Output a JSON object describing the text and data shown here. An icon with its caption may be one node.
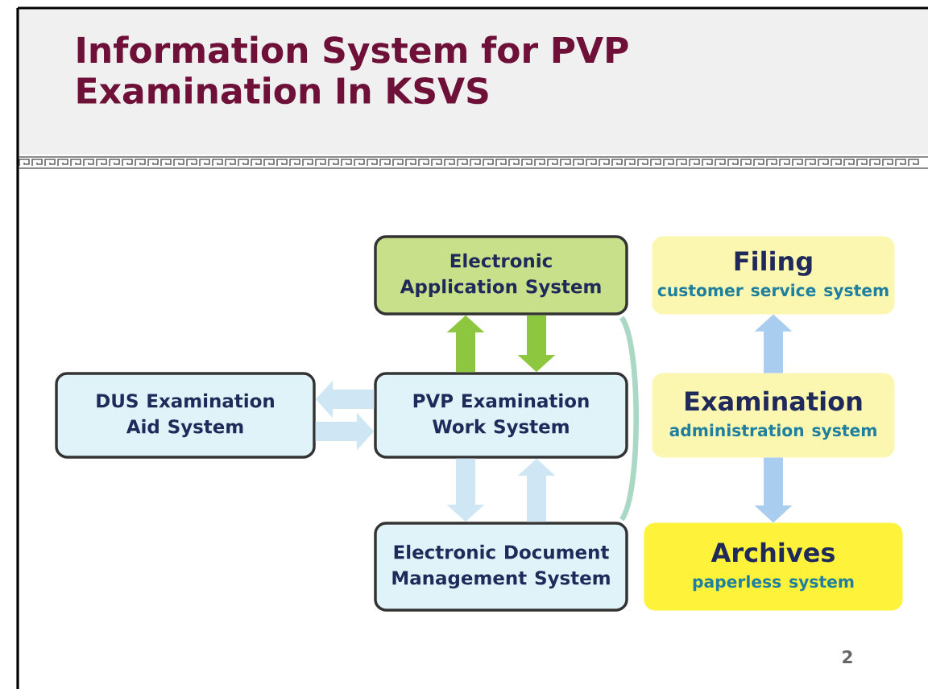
{
  "diagram": {
    "title": "Information System for PVP Examination In KSVS",
    "nodes": [
      {
        "text": [
          "Electronic Application System"
        ]
      },
      {
        "text": [
          "DUS Examination Aid System"
        ]
      },
      {
        "text": [
          "PVP Examination Work System"
        ]
      },
      {
        "text": [
          "Electronic Document Management System"
        ]
      },
      {
        "text": [
          "Filing",
          "customer service system"
        ]
      },
      {
        "text": [
          "Examination",
          "administration system"
        ]
      },
      {
        "text": [
          "Archives",
          "paperless system"
        ]
      }
    ],
    "edges": [
      {
        "from": 2,
        "to": 0,
        "arrow": "to",
        "color": "#8dc63f"
      },
      {
        "from": 0,
        "to": 2,
        "arrow": "to",
        "color": "#8dc63f"
      },
      {
        "from": 2,
        "to": 1,
        "arrow": "to"
      },
      {
        "from": 1,
        "to": 2,
        "arrow": "to"
      },
      {
        "from": 2,
        "to": 3,
        "arrow": "to"
      },
      {
        "from": 3,
        "to": 2,
        "arrow": "to"
      },
      {
        "from": 0,
        "to": 3,
        "arrow": "none",
        "color": "#a9d8c4"
      },
      {
        "from": 5,
        "to": 4,
        "arrow": "to",
        "color": "#a8cdee"
      },
      {
        "from": 5,
        "to": 6,
        "arrow": "to",
        "color": "#a8cdee"
      }
    ],
    "labels": [
      "2"
    ]
  }
}
